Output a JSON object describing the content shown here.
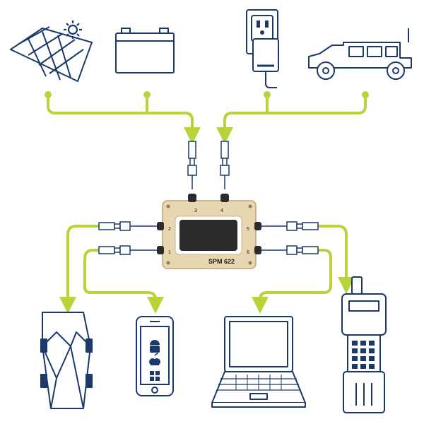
{
  "device": {
    "model_label": "SPM 622",
    "port_labels": {
      "p1": "1",
      "p2": "2",
      "p3": "3",
      "p4": "4",
      "p5": "5",
      "p6": "6"
    }
  },
  "colors": {
    "line": "#b9d43a",
    "icon": "#1b3a6b",
    "device_body": "#e8d6b0",
    "screen": "#2b2b2b",
    "connector": "#1b3a6b"
  },
  "sources": [
    {
      "icon": "solar-panel-icon"
    },
    {
      "icon": "battery-icon"
    },
    {
      "icon": "wall-outlet-adapter-icon"
    },
    {
      "icon": "military-vehicle-icon"
    }
  ],
  "loads": [
    {
      "icon": "battery-pack-icon"
    },
    {
      "icon": "smartphone-icon"
    },
    {
      "icon": "laptop-icon"
    },
    {
      "icon": "radio-icon"
    }
  ]
}
